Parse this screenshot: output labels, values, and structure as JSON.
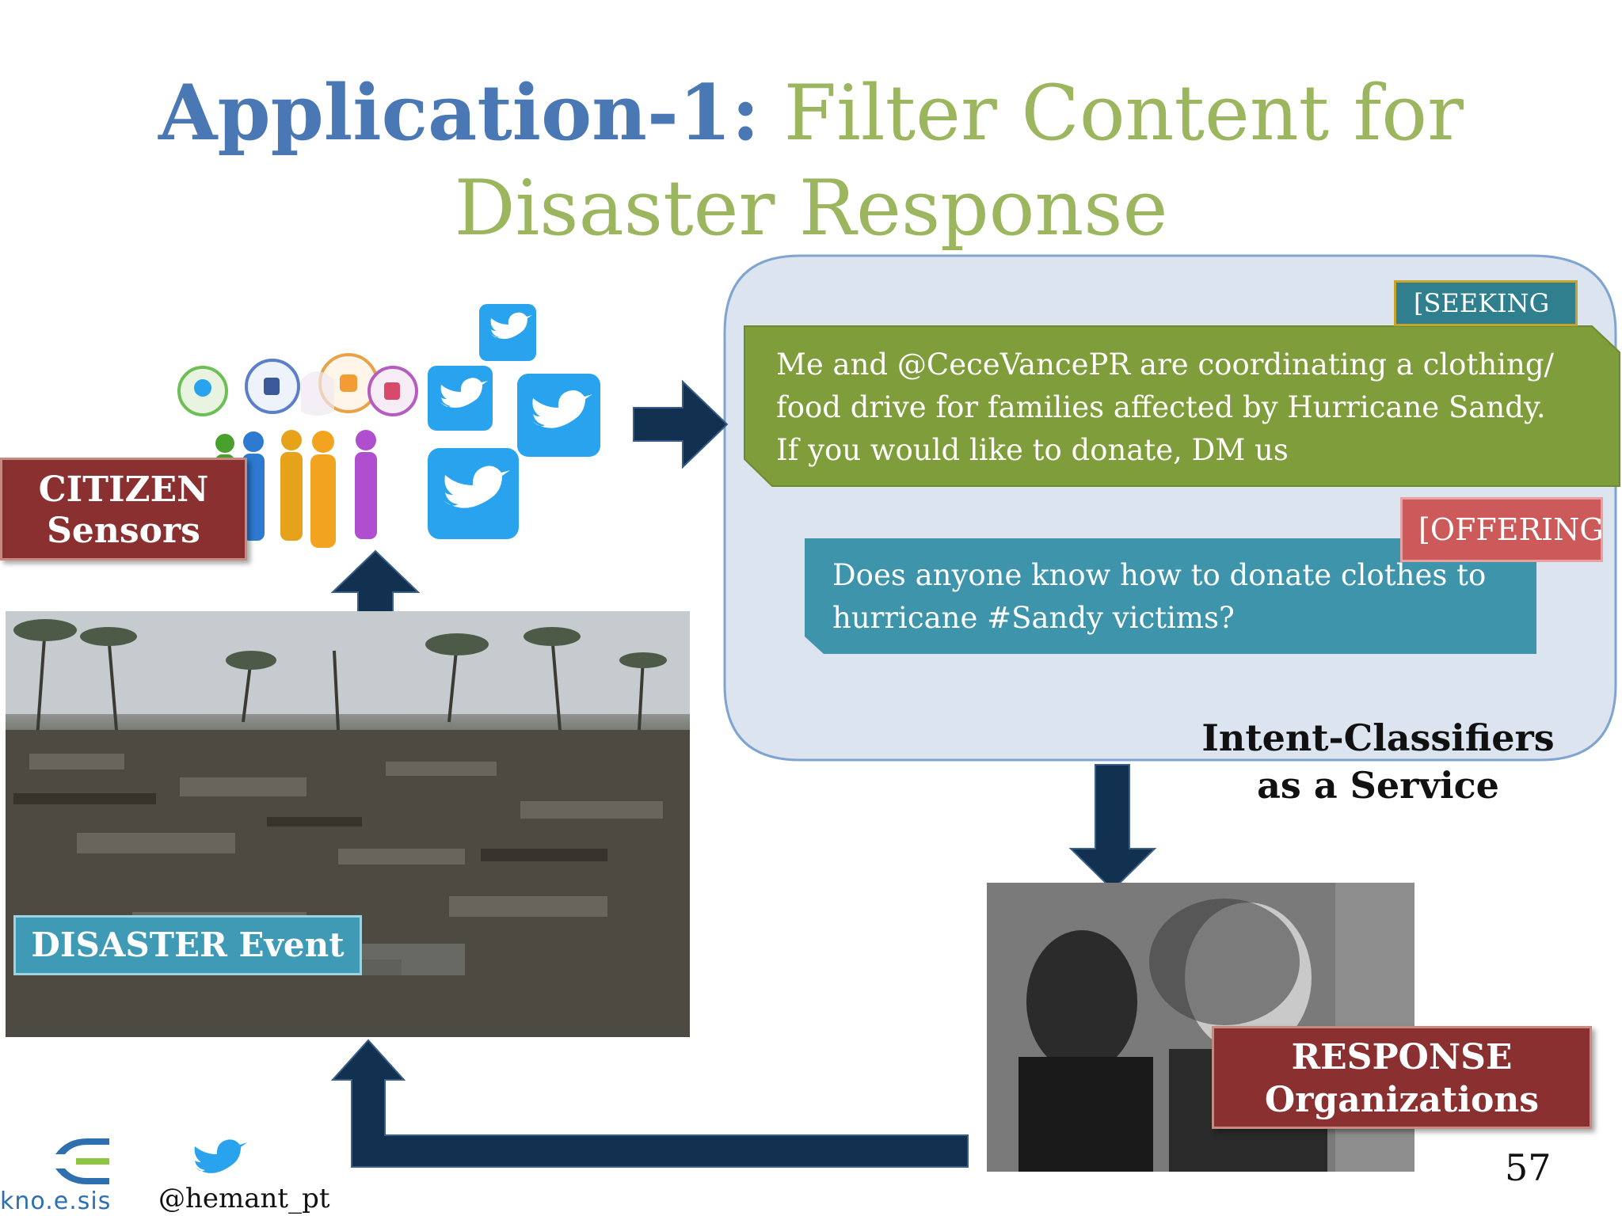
{
  "title": {
    "prefix": "Application-1:",
    "line1_rest": "Filter Content for",
    "line2": "Disaster Response"
  },
  "citizen_box": {
    "line1": "CITIZEN",
    "line2": "Sensors"
  },
  "disaster_label": "DISASTER Event",
  "tweets": {
    "seeking_tag": "[SEEKING",
    "green_lines": [
      "Me and @CeceVancePR are coordinating a clothing/",
      "food drive for families affected by Hurricane Sandy.",
      "If you would like to donate, DM us"
    ],
    "offering_tag": "[OFFERING",
    "blue_lines": [
      "Does anyone know how to donate clothes to",
      "hurricane #Sandy victims?"
    ]
  },
  "classifier": {
    "line1": "Intent-Classifiers",
    "line2": "as a Service"
  },
  "response_box": {
    "line1": "RESPONSE",
    "line2": "Organizations"
  },
  "footer": {
    "handle": "@hemant_pt",
    "logo": "kno.e.sis",
    "slide_number": "57"
  },
  "colors": {
    "title_blue": "#4a78b5",
    "title_green": "#9bb65e",
    "red_box": "#8b3030",
    "arrow_navy": "#12304f",
    "tweet_green": "#7f9d3a",
    "tweet_blue": "#3d94ab",
    "panel": "#dce4ef",
    "twitter_blue": "#2aa3ef"
  },
  "icons": [
    "twitter-bird-icon",
    "people-with-speech-bubbles-icon",
    "knoesis-logo"
  ]
}
